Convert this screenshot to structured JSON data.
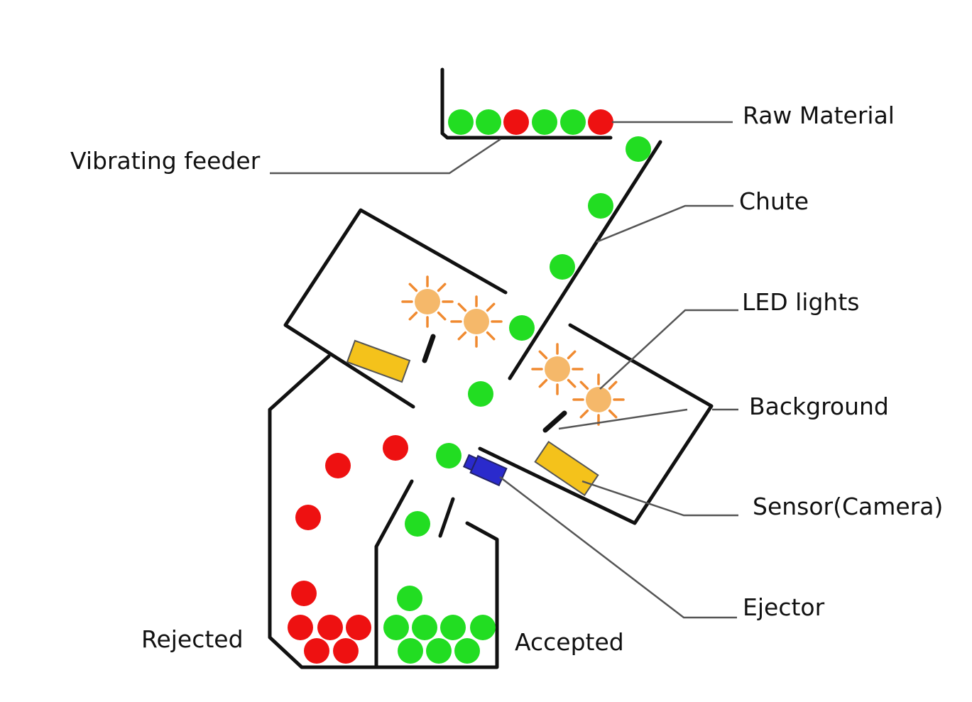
{
  "labels": {
    "raw_material": "Raw Material",
    "vibrating_feeder": "Vibrating feeder",
    "chute": "Chute",
    "led_lights": "LED lights",
    "background": "Background",
    "sensor": "Sensor(Camera)",
    "ejector": "Ejector",
    "rejected": "Rejected",
    "accepted": "Accepted"
  },
  "colors": {
    "good_particle": "#22dd22",
    "bad_particle": "#ee1111",
    "led_glow": "#f5b86a",
    "led_rays": "#f08a30",
    "sensor_body": "#f4c21b",
    "ejector_body": "#2a2acc",
    "structure": "#111111",
    "leader_line": "#555555"
  }
}
